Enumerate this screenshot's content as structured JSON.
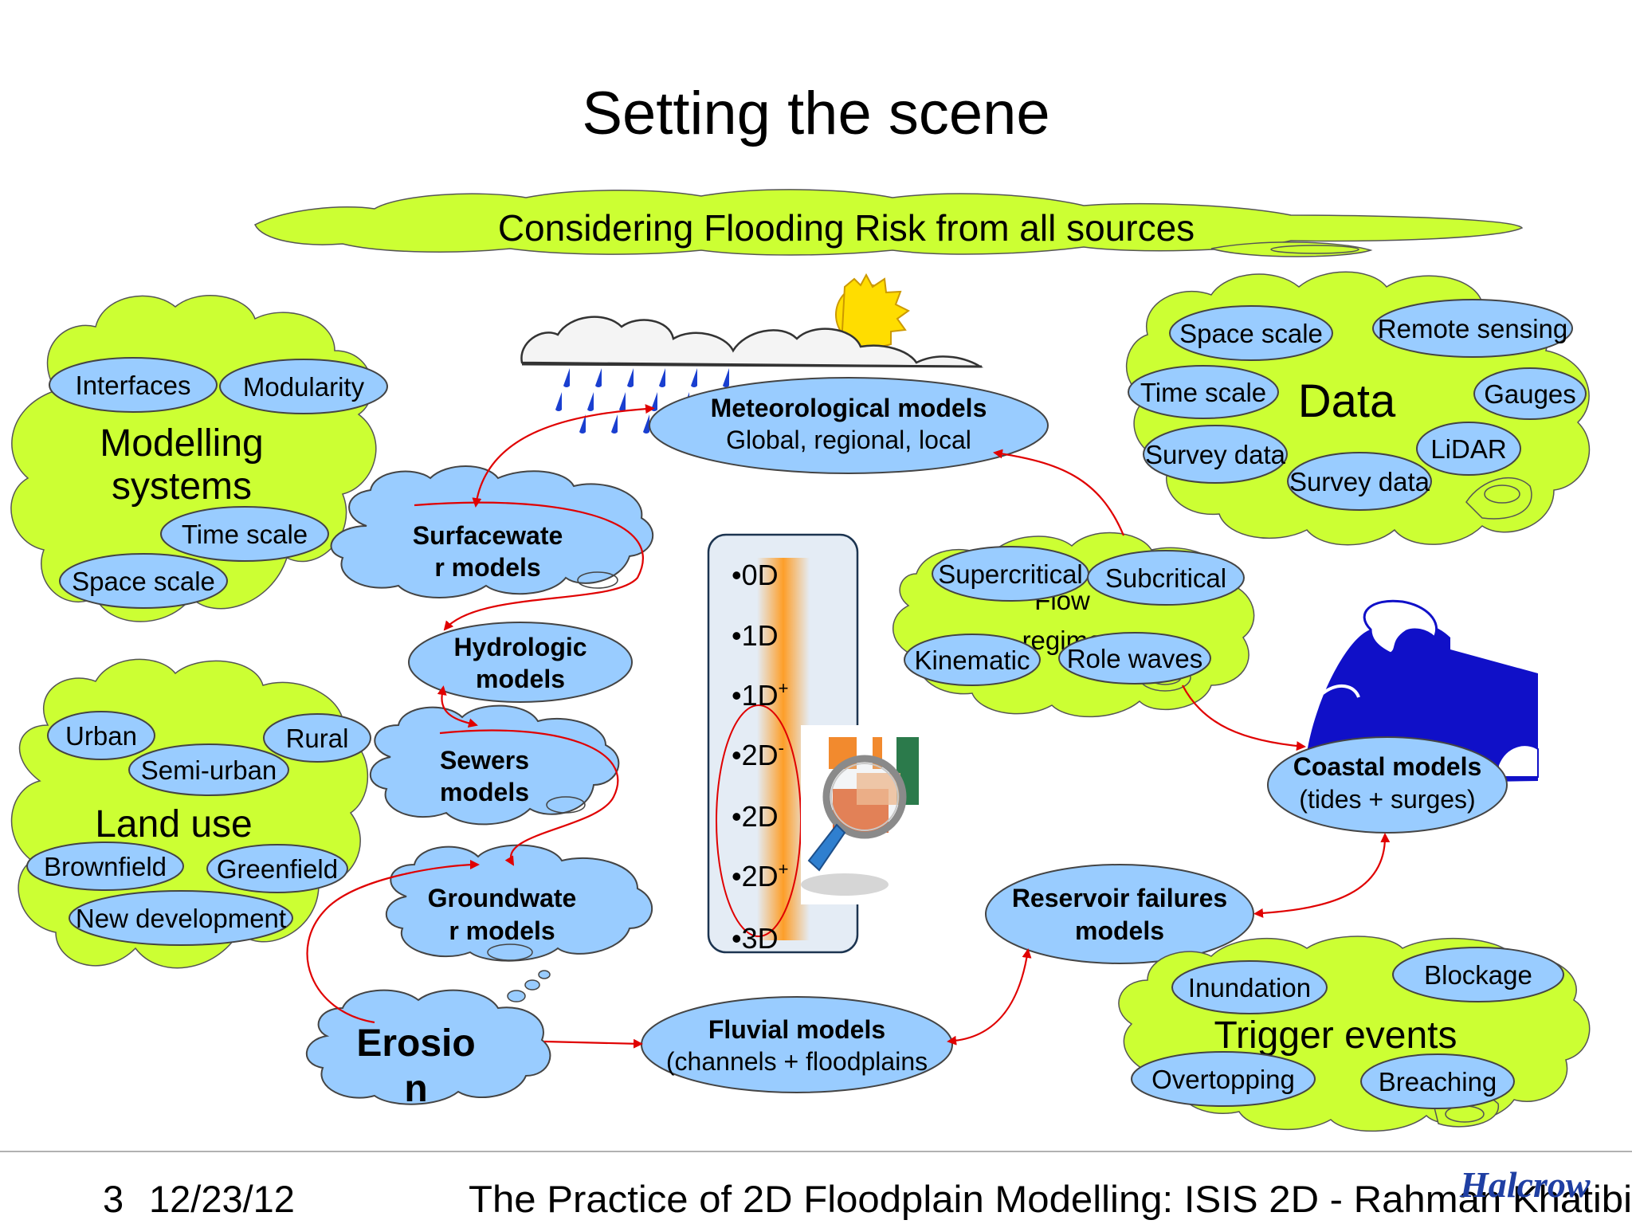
{
  "slide": {
    "title": "Setting the scene",
    "banner": "Considering Flooding Risk from all sources",
    "footer": {
      "page": "3",
      "date": "12/23/12",
      "text": "The Practice of 2D Floodplain Modelling: ISIS 2D - Rahman Khatibi",
      "logo": "Halcrow"
    }
  },
  "modelling": {
    "title_line1": "Modelling",
    "title_line2": "systems",
    "items": [
      "Interfaces",
      "Modularity",
      "Time scale",
      "Space scale"
    ]
  },
  "land_use": {
    "title": "Land use",
    "items": [
      "Urban",
      "Rural",
      "Semi-urban",
      "Brownfield",
      "Greenfield",
      "New development"
    ]
  },
  "data": {
    "title": "Data",
    "items": [
      "Space scale",
      "Remote sensing",
      "Time scale",
      "Gauges",
      "Survey data",
      "LiDAR",
      "Survey data"
    ]
  },
  "flow": {
    "title_line1": "Flow",
    "title_line2": "regime",
    "items": [
      "Supercritical",
      "Subcritical",
      "Kinematic",
      "Role waves"
    ]
  },
  "trigger": {
    "title": "Trigger events",
    "items": [
      "Inundation",
      "Blockage",
      "Overtopping",
      "Breaching"
    ]
  },
  "models": {
    "meteo_line1": "Meteorological models",
    "meteo_line2": "Global, regional, local",
    "surface_line1": "Surfacewate",
    "surface_line2": "r models",
    "hydro_line1": "Hydrologic",
    "hydro_line2": "models",
    "sewers_line1": "Sewers",
    "sewers_line2": "models",
    "ground_line1": "Groundwate",
    "ground_line2": "r models",
    "erosion_line1": "Erosio",
    "erosion_line2": "n",
    "fluvial_line1": "Fluvial models",
    "fluvial_line2": "(channels + floodplains",
    "coastal_line1": "Coastal models",
    "coastal_line2": "(tides + surges)",
    "reservoir_line1": "Reservoir failures",
    "reservoir_line2": "models"
  },
  "dimensions": [
    {
      "base": "•0D",
      "sup": ""
    },
    {
      "base": "•1D",
      "sup": ""
    },
    {
      "base": "•1D",
      "sup": "+"
    },
    {
      "base": "•2D",
      "sup": "-"
    },
    {
      "base": "•2D",
      "sup": ""
    },
    {
      "base": "•2D",
      "sup": "+"
    },
    {
      "base": "•3D",
      "sup": ""
    }
  ],
  "colors": {
    "cloud_green": "#ccff33",
    "oval_blue": "#99ccff",
    "arrow_red": "#e00000",
    "panel_orange": "#ff9a1e",
    "logo_blue": "#1f3fa3"
  }
}
